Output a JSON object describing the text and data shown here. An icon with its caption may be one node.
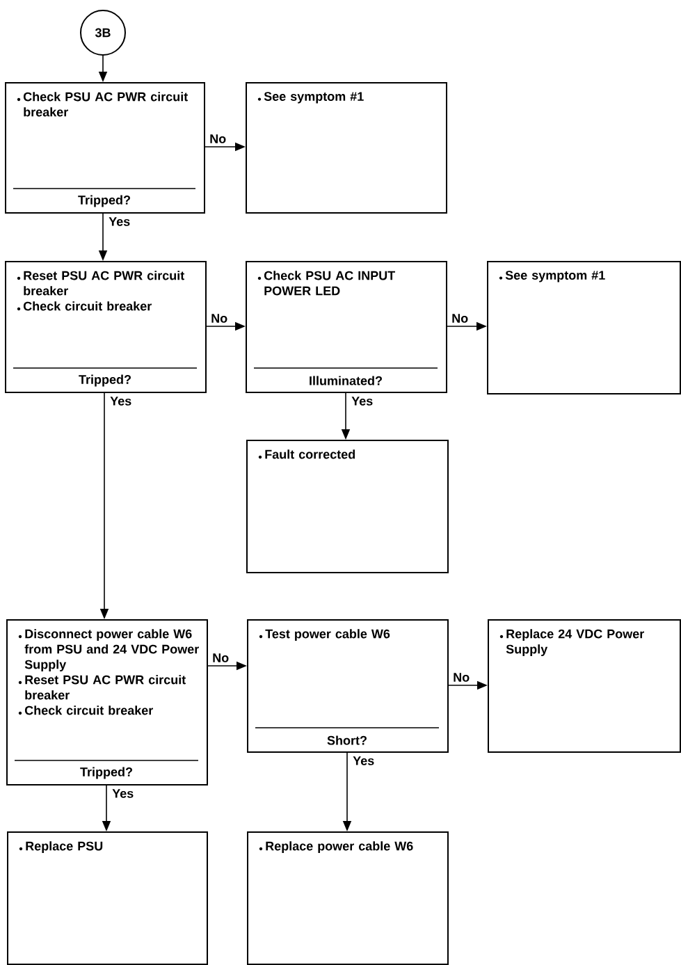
{
  "diagram": {
    "nodes": [
      {
        "text": [
          "3B"
        ]
      },
      {
        "text": [
          "Check PSU AC PWR circuit breaker",
          "Tripped?"
        ]
      },
      {
        "text": [
          "See symptom #1"
        ]
      },
      {
        "text": [
          "Reset PSU AC PWR circuit breaker",
          "Check circuit breaker",
          "Tripped?"
        ]
      },
      {
        "text": [
          "Check PSU AC INPUT POWER LED",
          "Illuminated?"
        ]
      },
      {
        "text": [
          "See symptom #1"
        ]
      },
      {
        "text": [
          "Fault corrected"
        ]
      },
      {
        "text": [
          "Disconnect power cable W6 from PSU and 24 VDC Power Supply",
          "Reset PSU AC PWR circuit breaker",
          "Check circuit breaker",
          "Tripped?"
        ]
      },
      {
        "text": [
          "Test power cable W6",
          "Short?"
        ]
      },
      {
        "text": [
          "Replace 24 VDC Power Supply"
        ]
      },
      {
        "text": [
          "Replace PSU"
        ]
      },
      {
        "text": [
          "Replace power cable W6"
        ]
      }
    ],
    "edges": [
      {
        "from": 0,
        "to": 1,
        "arrow": "to"
      },
      {
        "from": 1,
        "to": 2,
        "arrow": "to",
        "label": "No"
      },
      {
        "from": 1,
        "to": 3,
        "arrow": "to",
        "label": "Yes"
      },
      {
        "from": 3,
        "to": 4,
        "arrow": "to",
        "label": "No"
      },
      {
        "from": 4,
        "to": 5,
        "arrow": "to",
        "label": "No"
      },
      {
        "from": 4,
        "to": 6,
        "arrow": "to",
        "label": "Yes"
      },
      {
        "from": 3,
        "to": 7,
        "arrow": "to",
        "label": "Yes"
      },
      {
        "from": 7,
        "to": 8,
        "arrow": "to",
        "label": "No"
      },
      {
        "from": 8,
        "to": 9,
        "arrow": "to",
        "label": "No"
      },
      {
        "from": 7,
        "to": 10,
        "arrow": "to",
        "label": "Yes"
      },
      {
        "from": 8,
        "to": 11,
        "arrow": "to",
        "label": "Yes"
      }
    ]
  }
}
